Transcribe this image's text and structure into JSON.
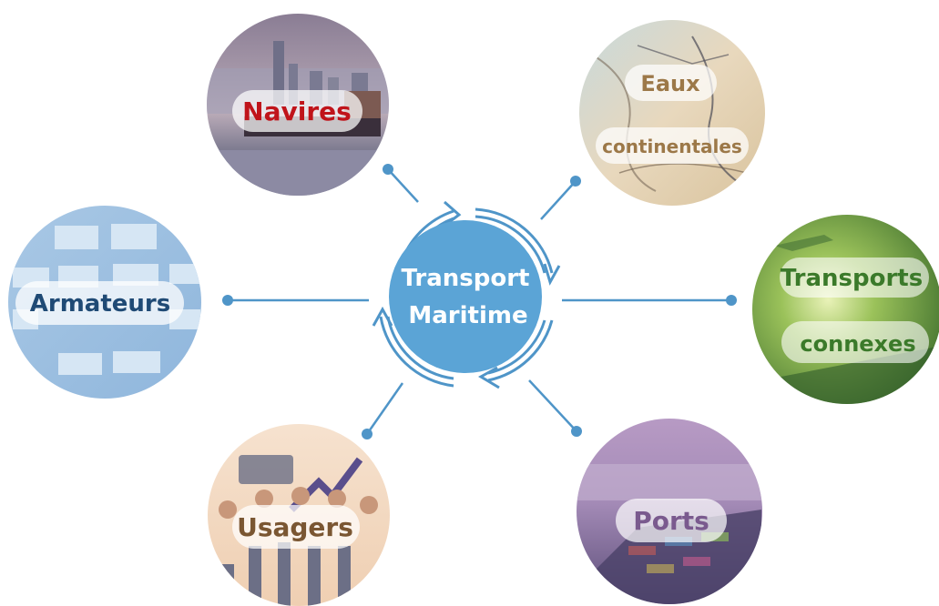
{
  "center": {
    "line1": "Transport",
    "line2": "Maritime",
    "color": "#5ba4d6"
  },
  "nodes": {
    "navires": {
      "label": "Navires",
      "color": "#c0141b"
    },
    "eaux": {
      "line1": "Eaux",
      "line2": "continentales",
      "color": "#9c7848"
    },
    "armateurs": {
      "label": "Armateurs",
      "color": "#1f4a75"
    },
    "transports": {
      "line1": "Transports",
      "line2": "connexes",
      "color": "#3b7a2a"
    },
    "usagers": {
      "label": "Usagers",
      "color": "#7a5632"
    },
    "ports": {
      "label": "Ports",
      "color": "#7a5a8e"
    }
  },
  "connector_color": "#4f95c8"
}
